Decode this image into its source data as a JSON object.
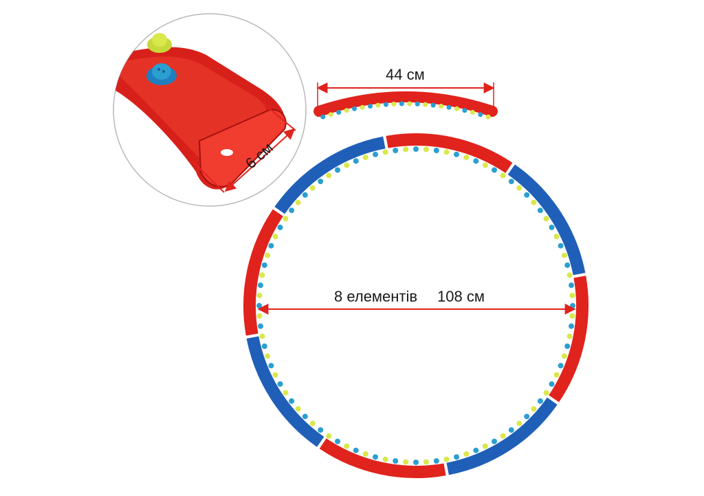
{
  "labels": {
    "arc_length": "44 см",
    "element_count": "8 елементів",
    "diameter": "108 см",
    "tube_width": "6 см"
  },
  "colors": {
    "segment_red": "#e0231c",
    "segment_blue": "#1f5fb8",
    "massage_blue": "#2a9fd0",
    "massage_yellow": "#d9e84a",
    "dimension_arrow": "#e0231c",
    "inset_border": "#b8b8b8"
  }
}
